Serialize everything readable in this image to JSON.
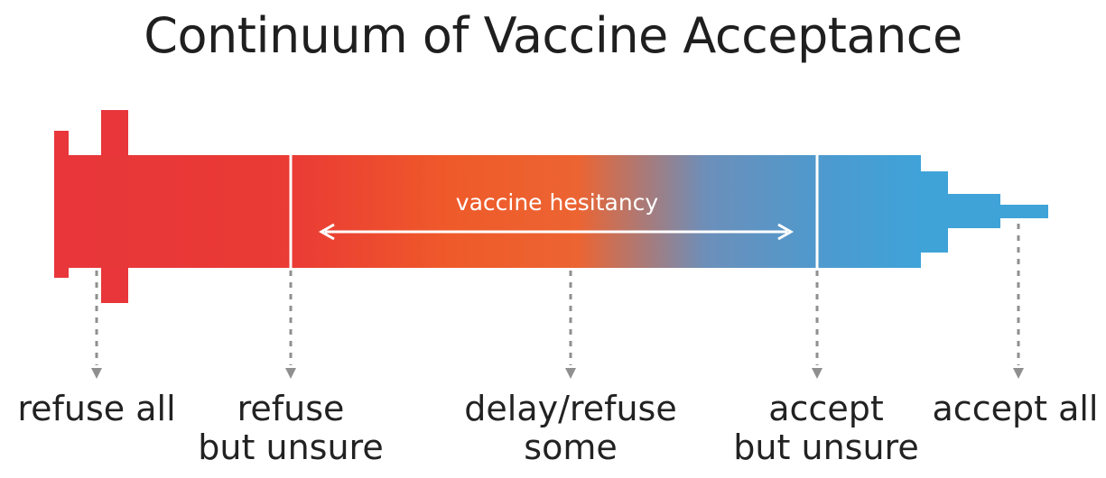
{
  "title": "Continuum of Vaccine Acceptance",
  "band_label": "vaccine hesitancy",
  "colors": {
    "refuse": "#e8363a",
    "hesitant": "#ef5a2a",
    "accept": "#3fa3d8",
    "arrow": "#8f8f8f",
    "text": "#222222"
  },
  "categories": [
    {
      "lines": [
        "refuse all"
      ]
    },
    {
      "lines": [
        "refuse",
        "but unsure"
      ]
    },
    {
      "lines": [
        "delay/refuse",
        "some"
      ]
    },
    {
      "lines": [
        "accept",
        "but unsure"
      ]
    },
    {
      "lines": [
        "accept all"
      ]
    }
  ]
}
